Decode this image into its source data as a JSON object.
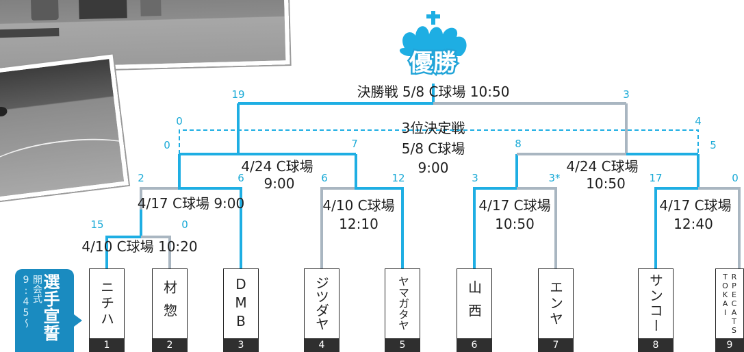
{
  "champion": {
    "title": "優勝"
  },
  "matches": {
    "final": "決勝戦 5/8 C球場 10:50",
    "third_title": "3位決定戦",
    "third_date": "5/8 C球場",
    "third_time": "9:00",
    "semi_left_a": "4/24 C球場",
    "semi_left_b": "9:00",
    "semi_right_a": "4/24 C球場",
    "semi_right_b": "10:50",
    "qf_left": "4/17 C球場 9:00",
    "qf_mid_a": "4/10 C球場",
    "qf_mid_b": "12:10",
    "qf_rightmid_a": "4/17 C球場",
    "qf_rightmid_b": "10:50",
    "qf_right_a": "4/17 C球場",
    "qf_right_b": "12:40",
    "r1": "4/10 C球場 10:20"
  },
  "scores": {
    "final_left": "19",
    "final_right": "3",
    "third_left_outer": "0",
    "third_left_inner": "0",
    "third_right_outer": "4",
    "third_right_inner": "5",
    "semi_left_a": "2",
    "semi_left_b": "6",
    "semi_mid_a": "6",
    "semi_mid_b": "12",
    "sf_left_right": "7",
    "sf_right_left": "8",
    "semi_rm_a": "3",
    "semi_rm_b": "3*",
    "semi_r_a": "17",
    "semi_r_b": "0",
    "r1_a": "15",
    "r1_b": "0"
  },
  "oath": {
    "note": "開会式9:45〜",
    "title": "選手宣誓"
  },
  "teams": [
    {
      "num": "1",
      "name": "ニチハ"
    },
    {
      "num": "2",
      "name": "材惣"
    },
    {
      "num": "3",
      "name": "DMB"
    },
    {
      "num": "4",
      "name": "ジツダヤ"
    },
    {
      "num": "5",
      "name": "ヤマガタヤ"
    },
    {
      "num": "6",
      "name": "山西"
    },
    {
      "num": "7",
      "name": "エンヤ"
    },
    {
      "num": "8",
      "name": "サンコー"
    },
    {
      "num": "9",
      "name": "RPECATS TOKAI"
    }
  ],
  "colors": {
    "win": "#1eaee3",
    "lose": "#a9b6c1",
    "score": "#18a9d6"
  }
}
